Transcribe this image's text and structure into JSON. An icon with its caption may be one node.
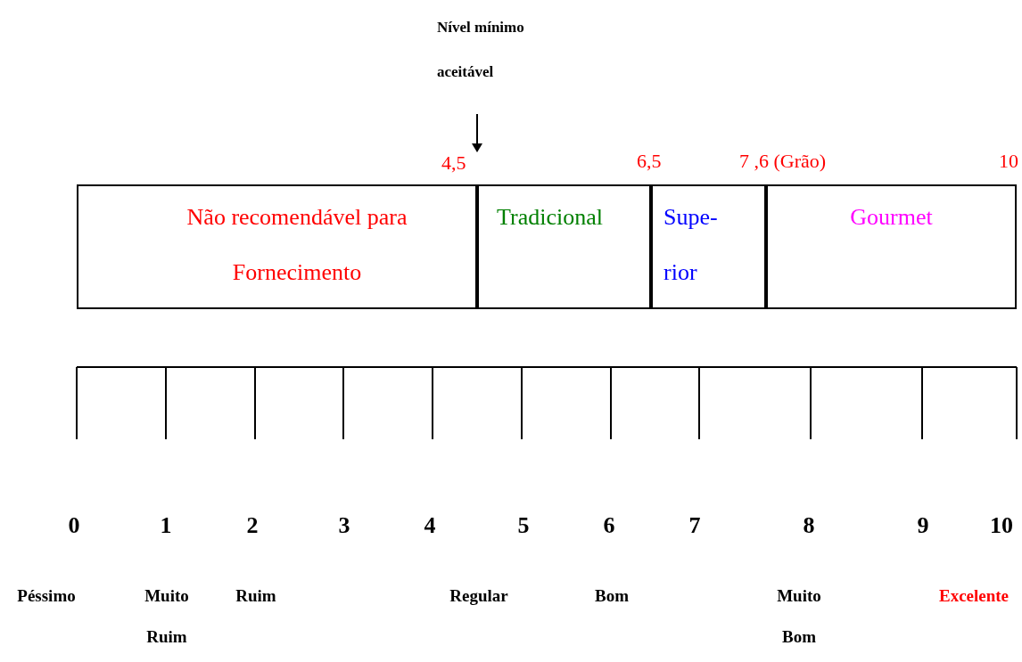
{
  "diagram": {
    "nodes": [
      {
        "text": [
          "Nível mínimo aceitável"
        ]
      },
      {
        "text": [
          "4,5"
        ]
      },
      {
        "text": [
          "Não recomendável para Fornecimento"
        ]
      },
      {
        "text": [
          "Tradicional"
        ]
      },
      {
        "text": [
          "Supe- rior"
        ]
      },
      {
        "text": [
          "Gourmet"
        ]
      }
    ],
    "edges": [
      {
        "from": 0,
        "to": 1,
        "arrow": "to"
      }
    ],
    "labels": [
      "6,5",
      "7 ,6 (Grão)",
      "10",
      "0",
      "1",
      "2",
      "3",
      "4",
      "5",
      "6",
      "7",
      "8",
      "9",
      "10",
      "Péssimo",
      "Muito Ruim",
      "Ruim",
      "Regular",
      "Bom",
      "Muito Bom",
      "Excelente"
    ]
  }
}
